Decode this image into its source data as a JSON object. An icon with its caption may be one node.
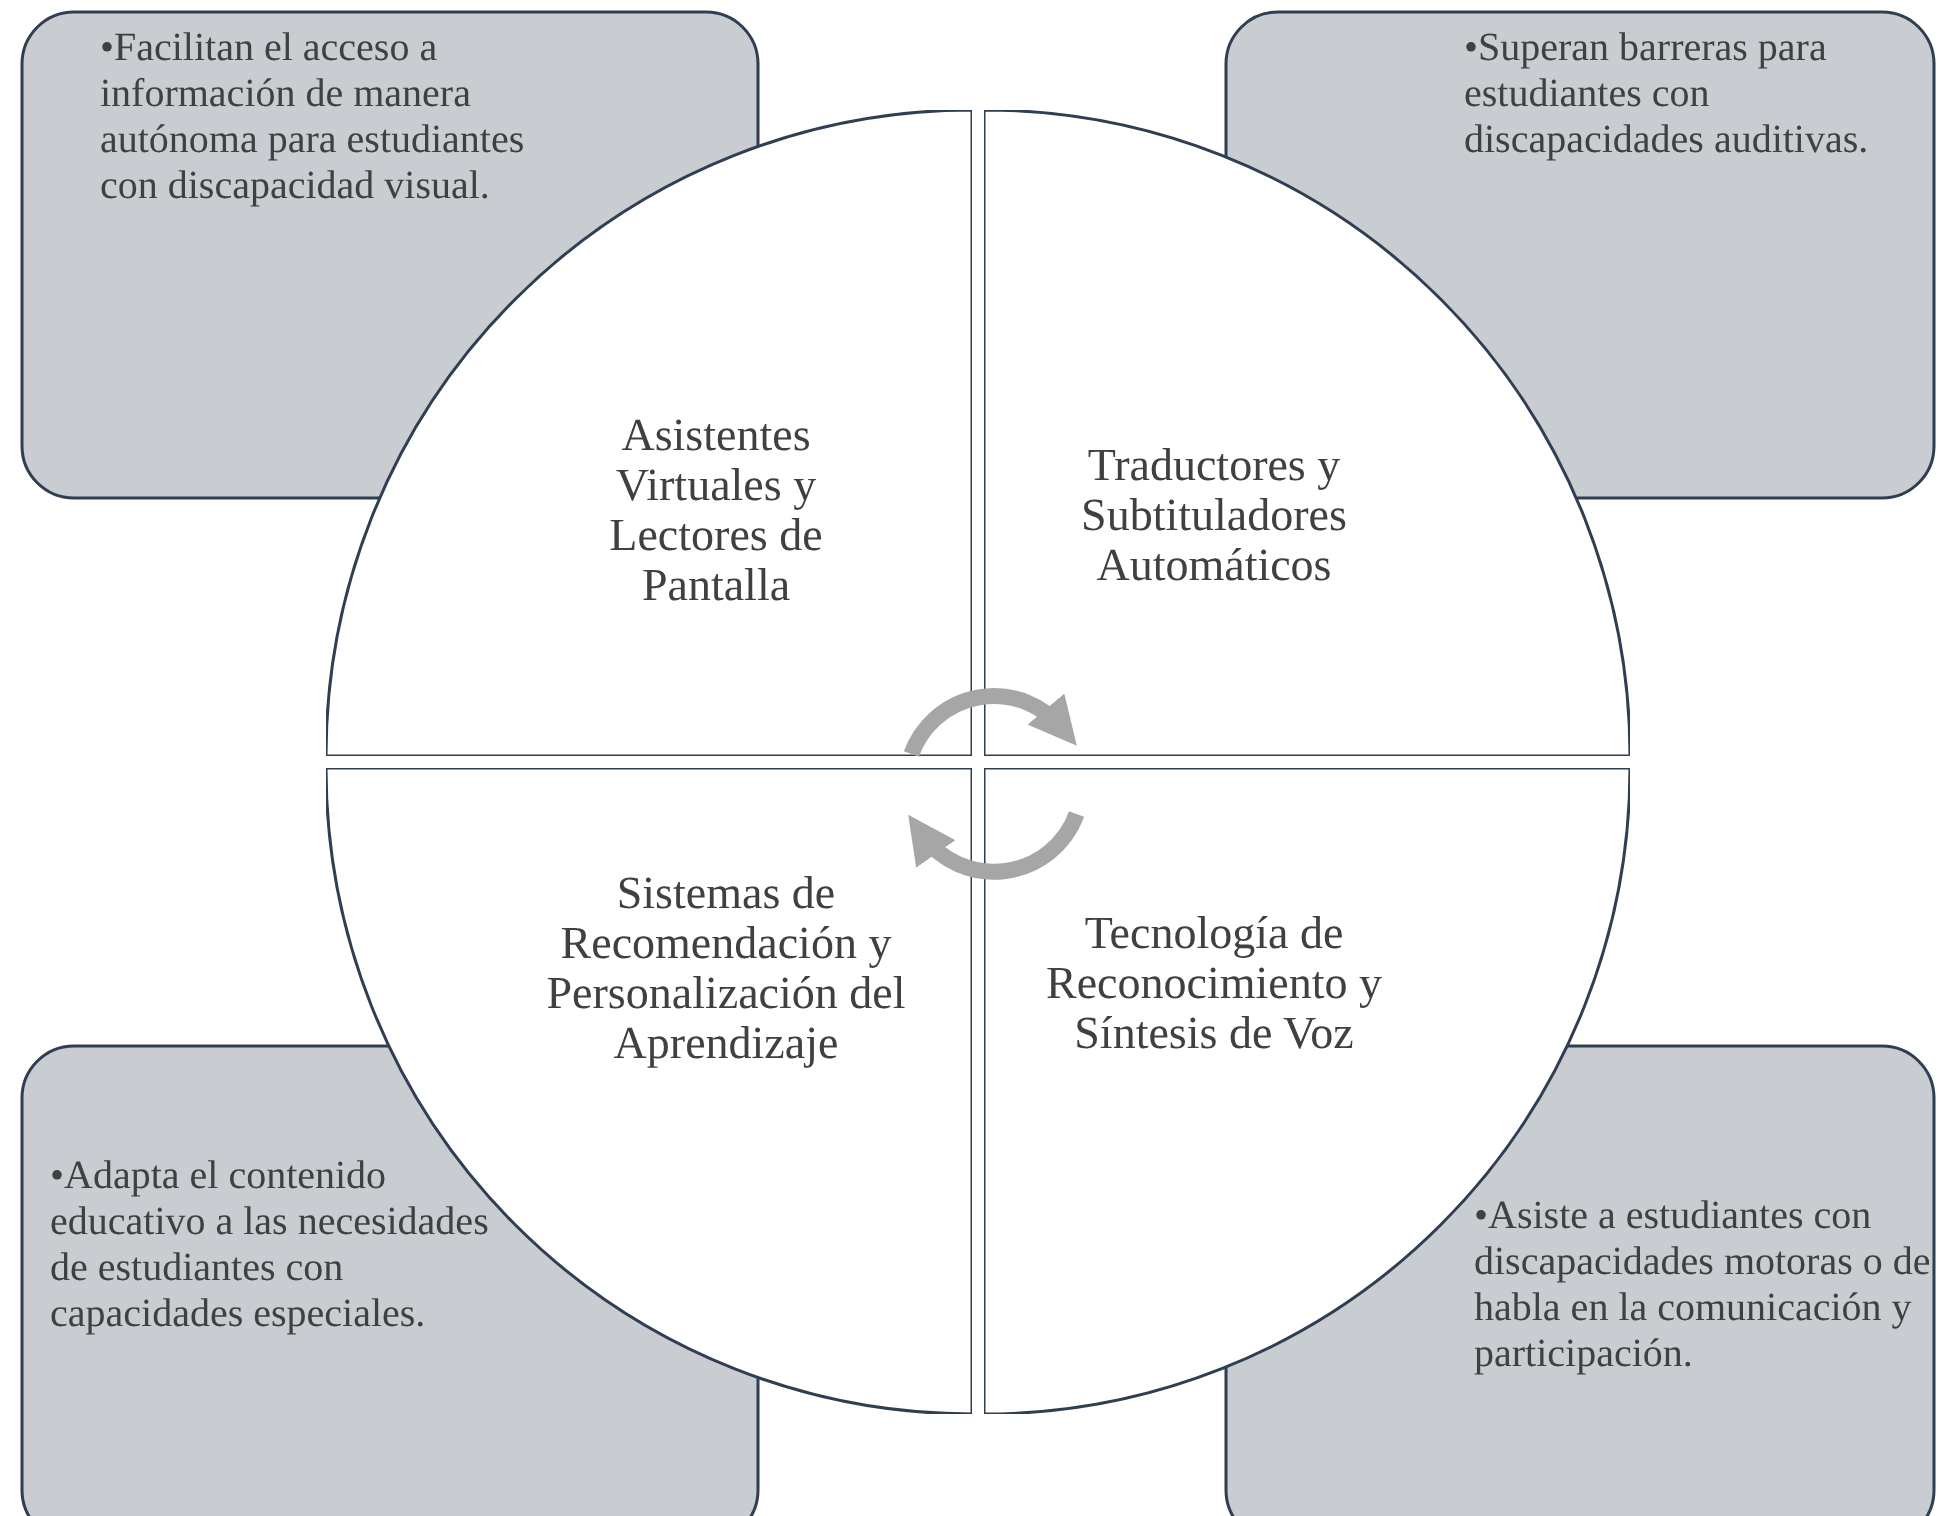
{
  "diagram": {
    "nodes": [
      {
        "text": [
          "•Facilitan el acceso a información de manera autónoma para estudiantes con discapacidad visual."
        ]
      },
      {
        "text": [
          "•Superan barreras para estudiantes con discapacidades auditivas."
        ]
      },
      {
        "text": [
          "Asistentes Virtuales y Lectores de Pantalla"
        ]
      },
      {
        "text": [
          "Traductores y Subtituladores Automáticos"
        ]
      },
      {
        "text": [
          "Sistemas de Recomendación y Personalización del Aprendizaje"
        ]
      },
      {
        "text": [
          "Tecnología de Reconocimiento y Síntesis de Voz"
        ]
      },
      {
        "text": [
          "•Adapta el contenido educativo a las necesidades de estudiantes con capacidades especiales."
        ]
      },
      {
        "text": [
          "•Asiste a estudiantes con discapacidades motoras o de habla en la comunicación y participación."
        ]
      }
    ],
    "edges": [
      {
        "from": 2,
        "to": 3,
        "arrow": "to"
      },
      {
        "from": 5,
        "to": 4,
        "arrow": "to"
      }
    ]
  }
}
